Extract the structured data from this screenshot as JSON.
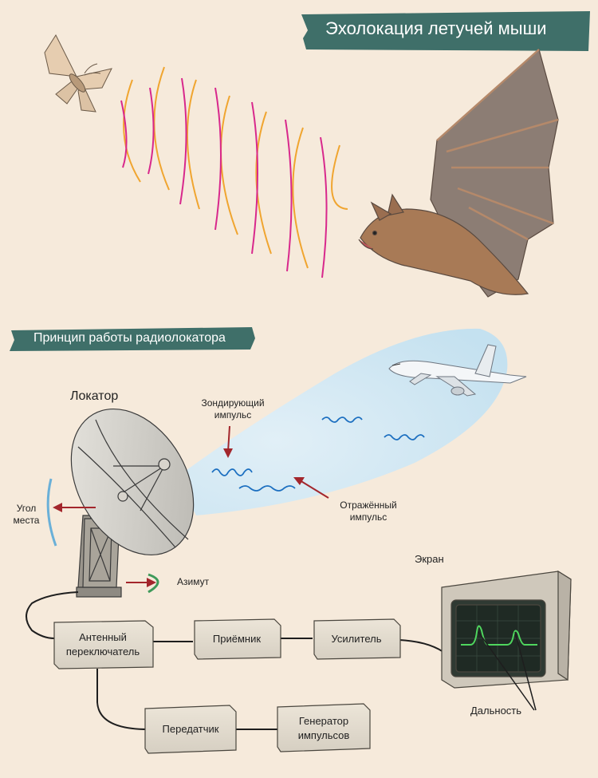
{
  "top_banner": {
    "title": "Эхолокация летучей мыши"
  },
  "radar_banner": {
    "title": "Принцип работы радиолокатора"
  },
  "labels": {
    "locator": "Локатор",
    "probe_pulse_1": "Зондирующий",
    "probe_pulse_2": "импульс",
    "reflected_pulse_1": "Отражённый",
    "reflected_pulse_2": "импульс",
    "elevation_1": "Угол",
    "elevation_2": "места",
    "azimuth": "Азимут",
    "screen": "Экран",
    "range": "Дальность"
  },
  "blocks": {
    "antenna_switch_1": "Антенный",
    "antenna_switch_2": "переключатель",
    "receiver": "Приёмник",
    "amplifier": "Усилитель",
    "transmitter": "Передатчик",
    "generator_1": "Генератор",
    "generator_2": "импульсов"
  },
  "colors": {
    "banner": "#3f6f69",
    "wave_orange": "#f0a530",
    "wave_magenta": "#d8288c",
    "arrow": "#a3262c",
    "screen_trace": "#4fd65e",
    "beam": "#bfe0f2"
  }
}
